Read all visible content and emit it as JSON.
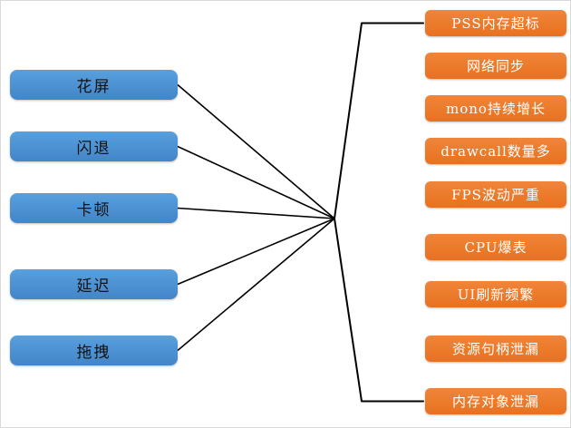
{
  "diagram": {
    "left_nodes": [
      {
        "label": "花屏"
      },
      {
        "label": "闪退"
      },
      {
        "label": "卡顿"
      },
      {
        "label": "延迟"
      },
      {
        "label": "拖拽"
      }
    ],
    "right_nodes": [
      {
        "label": "PSS内存超标"
      },
      {
        "label": "网络同步"
      },
      {
        "label": "mono持续增长"
      },
      {
        "label": "drawcall数量多"
      },
      {
        "label": "FPS波动严重"
      },
      {
        "label": "CPU爆表"
      },
      {
        "label": "UI刷新频繁"
      },
      {
        "label": "资源句柄泄漏"
      },
      {
        "label": "内存对象泄漏"
      }
    ],
    "colors": {
      "left_fill": "#4f94d8",
      "right_fill": "#ed7d31",
      "connector_line": "#000000"
    }
  }
}
